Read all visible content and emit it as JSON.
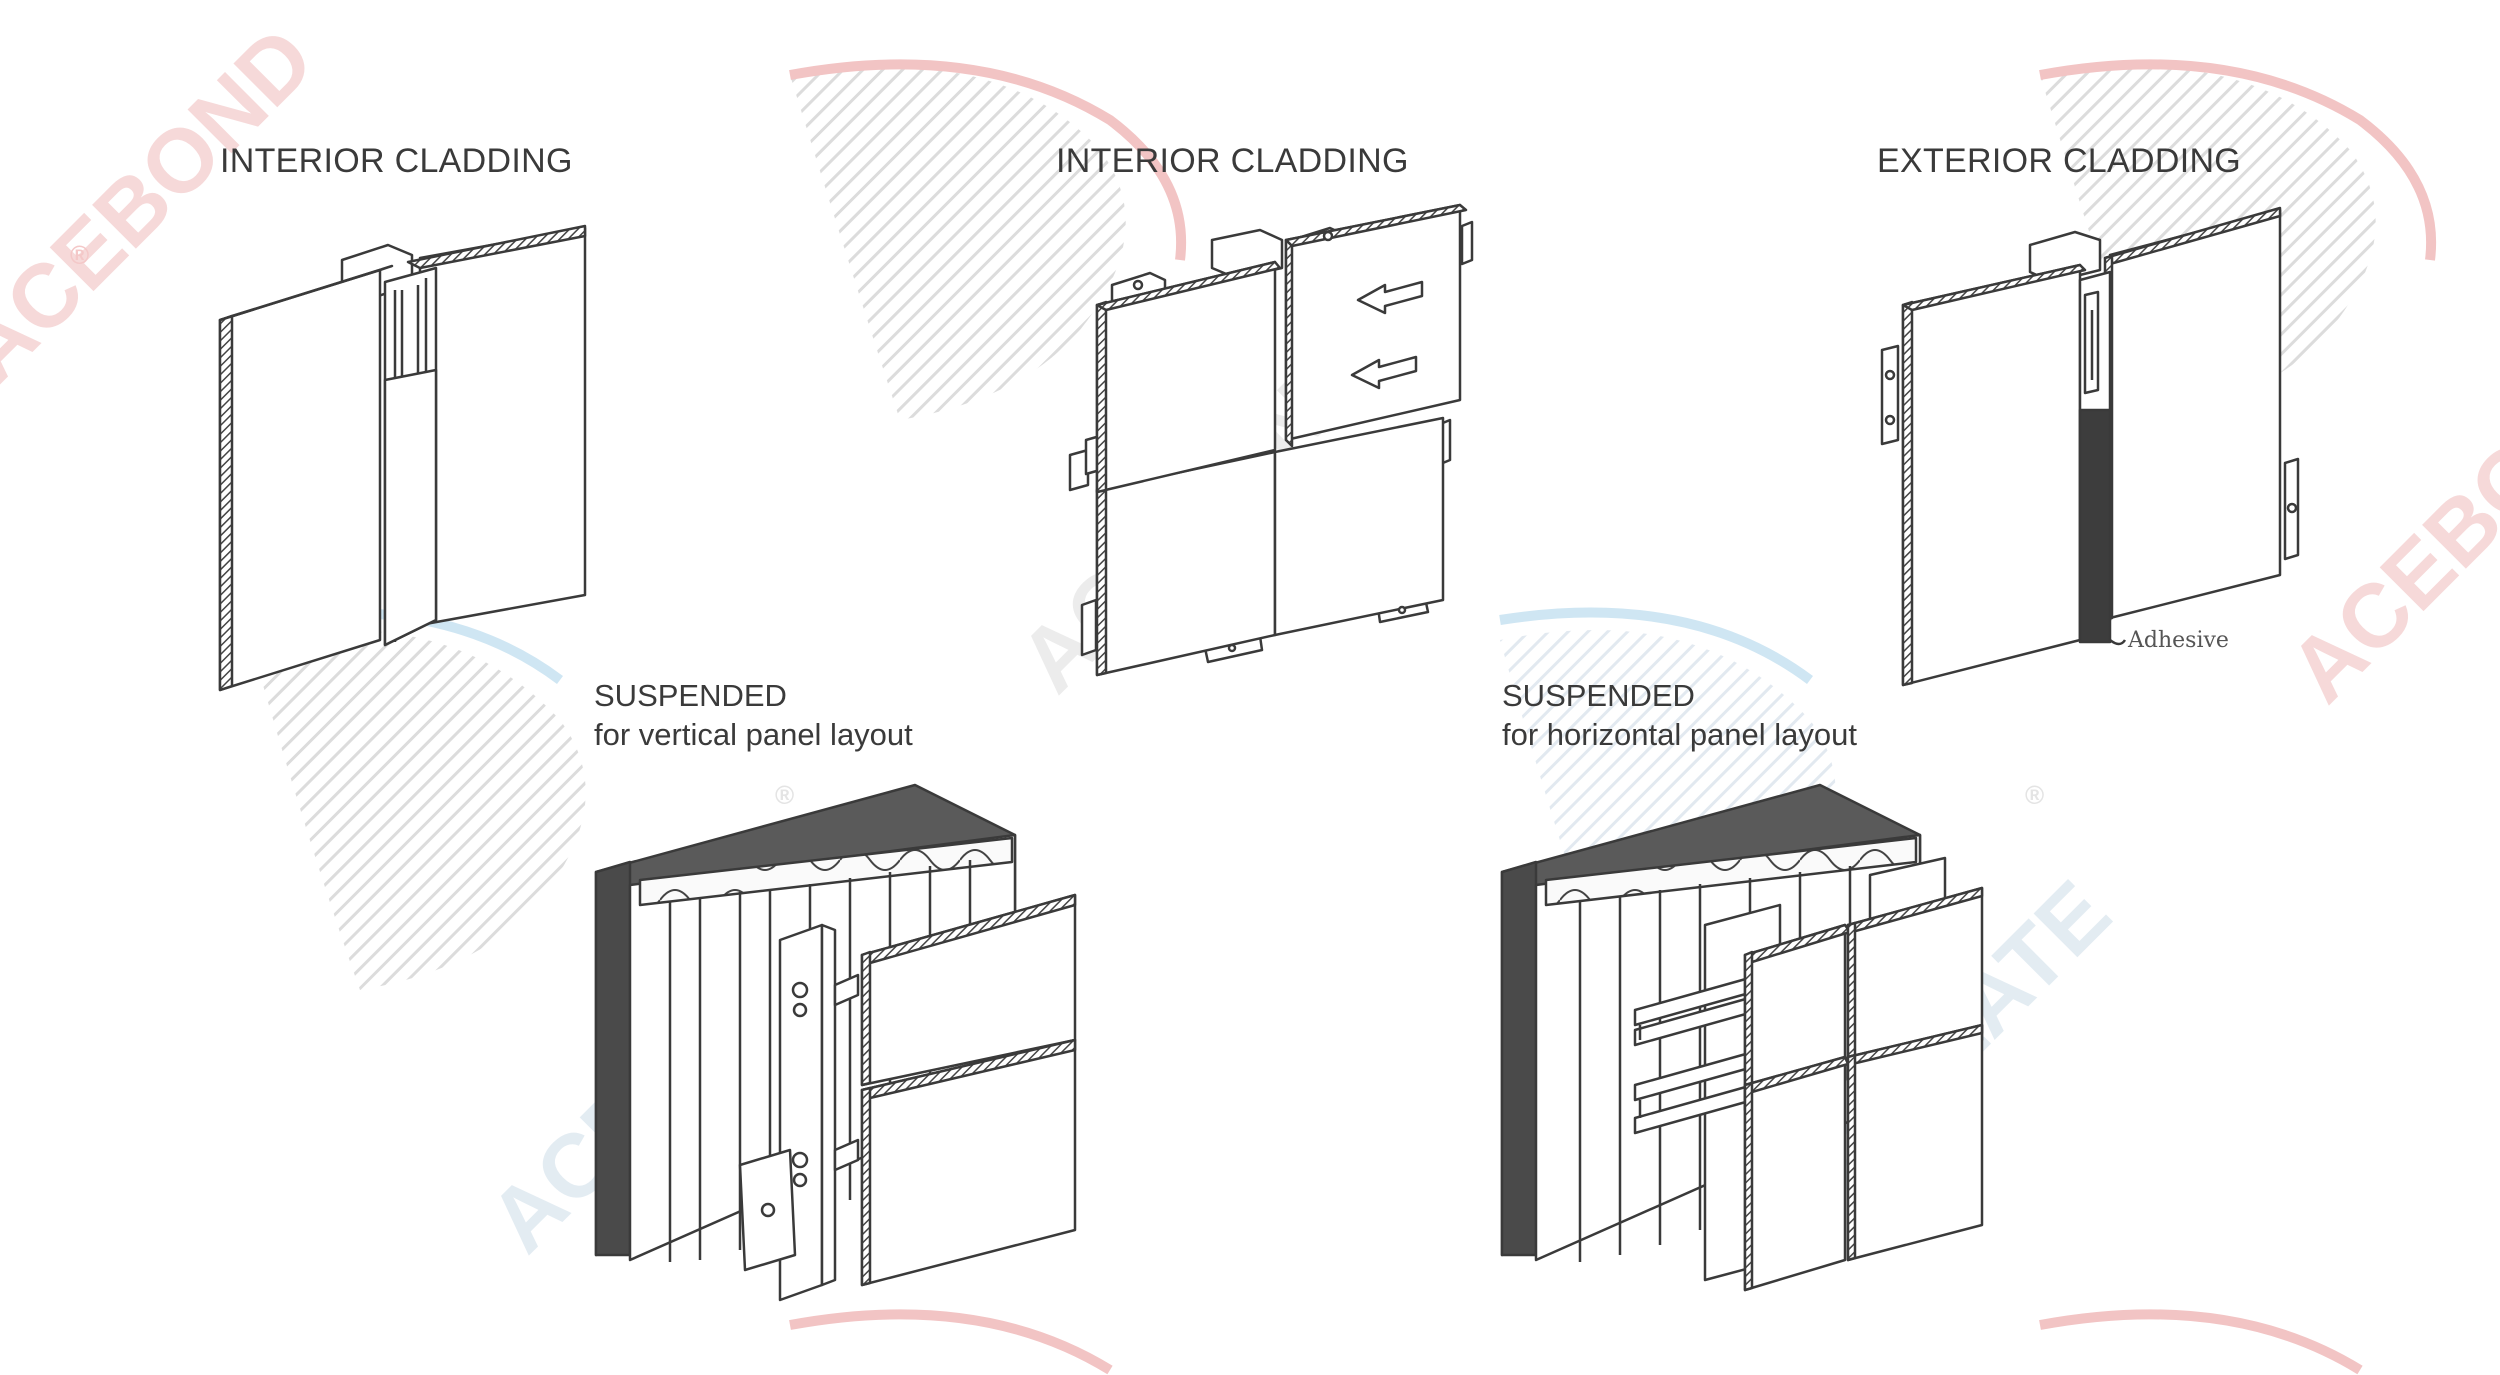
{
  "titles": {
    "top_left": "INTERIOR CLADDING",
    "top_middle": "INTERIOR CLADDING",
    "top_right": "EXTERIOR CLADDING"
  },
  "suspended_vertical": {
    "title": "SUSPENDED",
    "subtitle": "for vertical panel layout"
  },
  "suspended_horizontal": {
    "title": "SUSPENDED",
    "subtitle": "for horizontal panel layout"
  },
  "callouts": {
    "adhesive": "Adhesive"
  },
  "watermarks": {
    "acebond": "ACEBOND",
    "aceplate": "ACEPLATE",
    "registered": "®"
  },
  "colors": {
    "line": "#3a3a3a",
    "hatch": "#555555",
    "dark_panel": "#4a4a4a",
    "adhesive": "#3d3d3d",
    "watermark_red": "#f2c4c4",
    "watermark_blue": "#cfe6f3",
    "watermark_grey": "#e4e4e4"
  }
}
